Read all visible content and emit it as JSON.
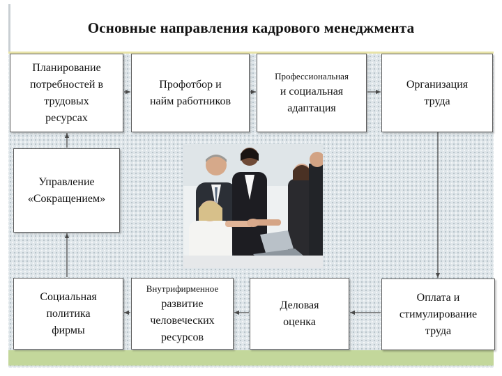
{
  "title": "Основные направления кадрового менеджмента",
  "boxes": {
    "planning": [
      "Планирование",
      "потребностей в",
      "трудовых",
      "ресурсах"
    ],
    "selection": [
      "Профотбор и",
      "найм работников"
    ],
    "adaptation": [
      "Профессиональная",
      "и социальная",
      "адаптация"
    ],
    "organization": [
      "Организация",
      "труда"
    ],
    "reduction": [
      "Управление",
      "«Сокращением»"
    ],
    "social": [
      "Социальная",
      "политика",
      "фирмы"
    ],
    "development": [
      "Внутрифирменное",
      "развитие",
      "человеческих",
      "ресурсов"
    ],
    "evaluation": [
      "Деловая",
      "оценка"
    ],
    "payment": [
      "Оплата и",
      "стимулирование",
      "труда"
    ]
  },
  "colors": {
    "slide_background": "#dfe6ea",
    "footer_bar": "#c3d79b",
    "box_border": "#5c5c5c",
    "arrow": "#4a4a4a"
  }
}
